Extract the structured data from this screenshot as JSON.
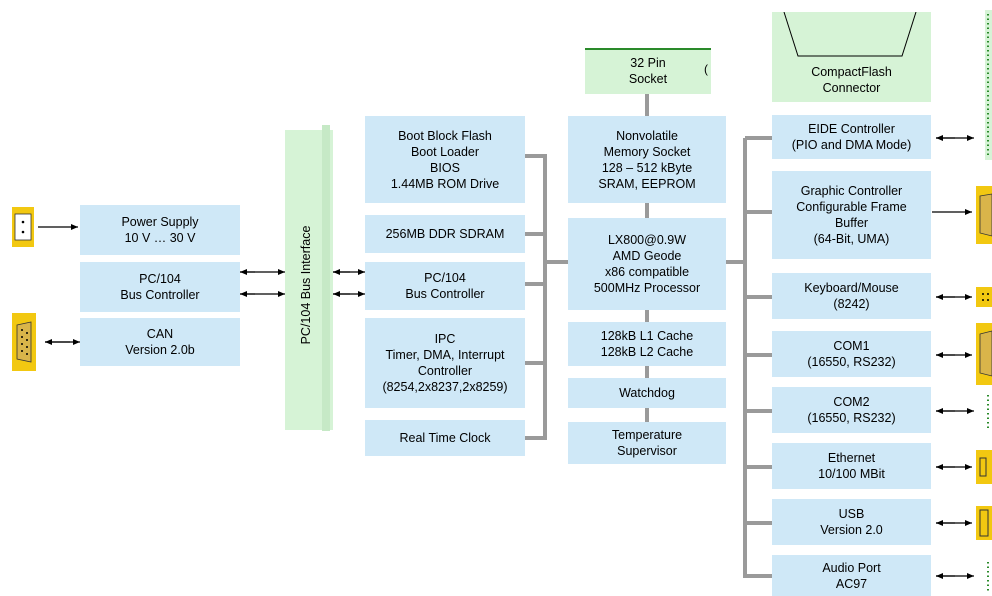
{
  "colors": {
    "block": "#cfe8f7",
    "bus": "#d6f3d6",
    "wire": "#9a9a9a",
    "connector": "#f2c811"
  },
  "left": {
    "power_supply": "Power Supply\n10 V … 30 V",
    "pc104_controller": "PC/104\nBus Controller",
    "can": "CAN\nVersion 2.0b"
  },
  "bus_interface": "PC/104 Bus Interface",
  "middle": {
    "bios": "Boot Block Flash\nBoot Loader\nBIOS\n1.44MB ROM Drive",
    "sdram": "256MB DDR SDRAM",
    "pc104": "PC/104\nBus Controller",
    "ipc": "IPC\nTimer, DMA, Interrupt\nController\n(8254,2x8237,2x8259)",
    "rtc": "Real Time Clock"
  },
  "cpu_column": {
    "socket": "32 Pin\nSocket",
    "nvram": "Nonvolatile\nMemory Socket\n128 – 512 kByte\nSRAM, EEPROM",
    "cpu": "LX800@0.9W\nAMD Geode\nx86 compatible\n500MHz Processor",
    "cache": "128kB L1 Cache\n128kB L2 Cache",
    "watchdog": "Watchdog",
    "temp": "Temperature\nSupervisor"
  },
  "right": {
    "cf": "CompactFlash\nConnector",
    "eide": "EIDE Controller\n(PIO and DMA Mode)",
    "graphic": "Graphic Controller\nConfigurable Frame\nBuffer\n(64-Bit, UMA)",
    "keyboard": "Keyboard/Mouse\n(8242)",
    "com1": "COM1\n(16550, RS232)",
    "com2": "COM2\n(16550, RS232)",
    "ethernet": "Ethernet\n10/100 MBit",
    "usb": "USB\nVersion 2.0",
    "audio": "Audio Port\nAC97"
  }
}
